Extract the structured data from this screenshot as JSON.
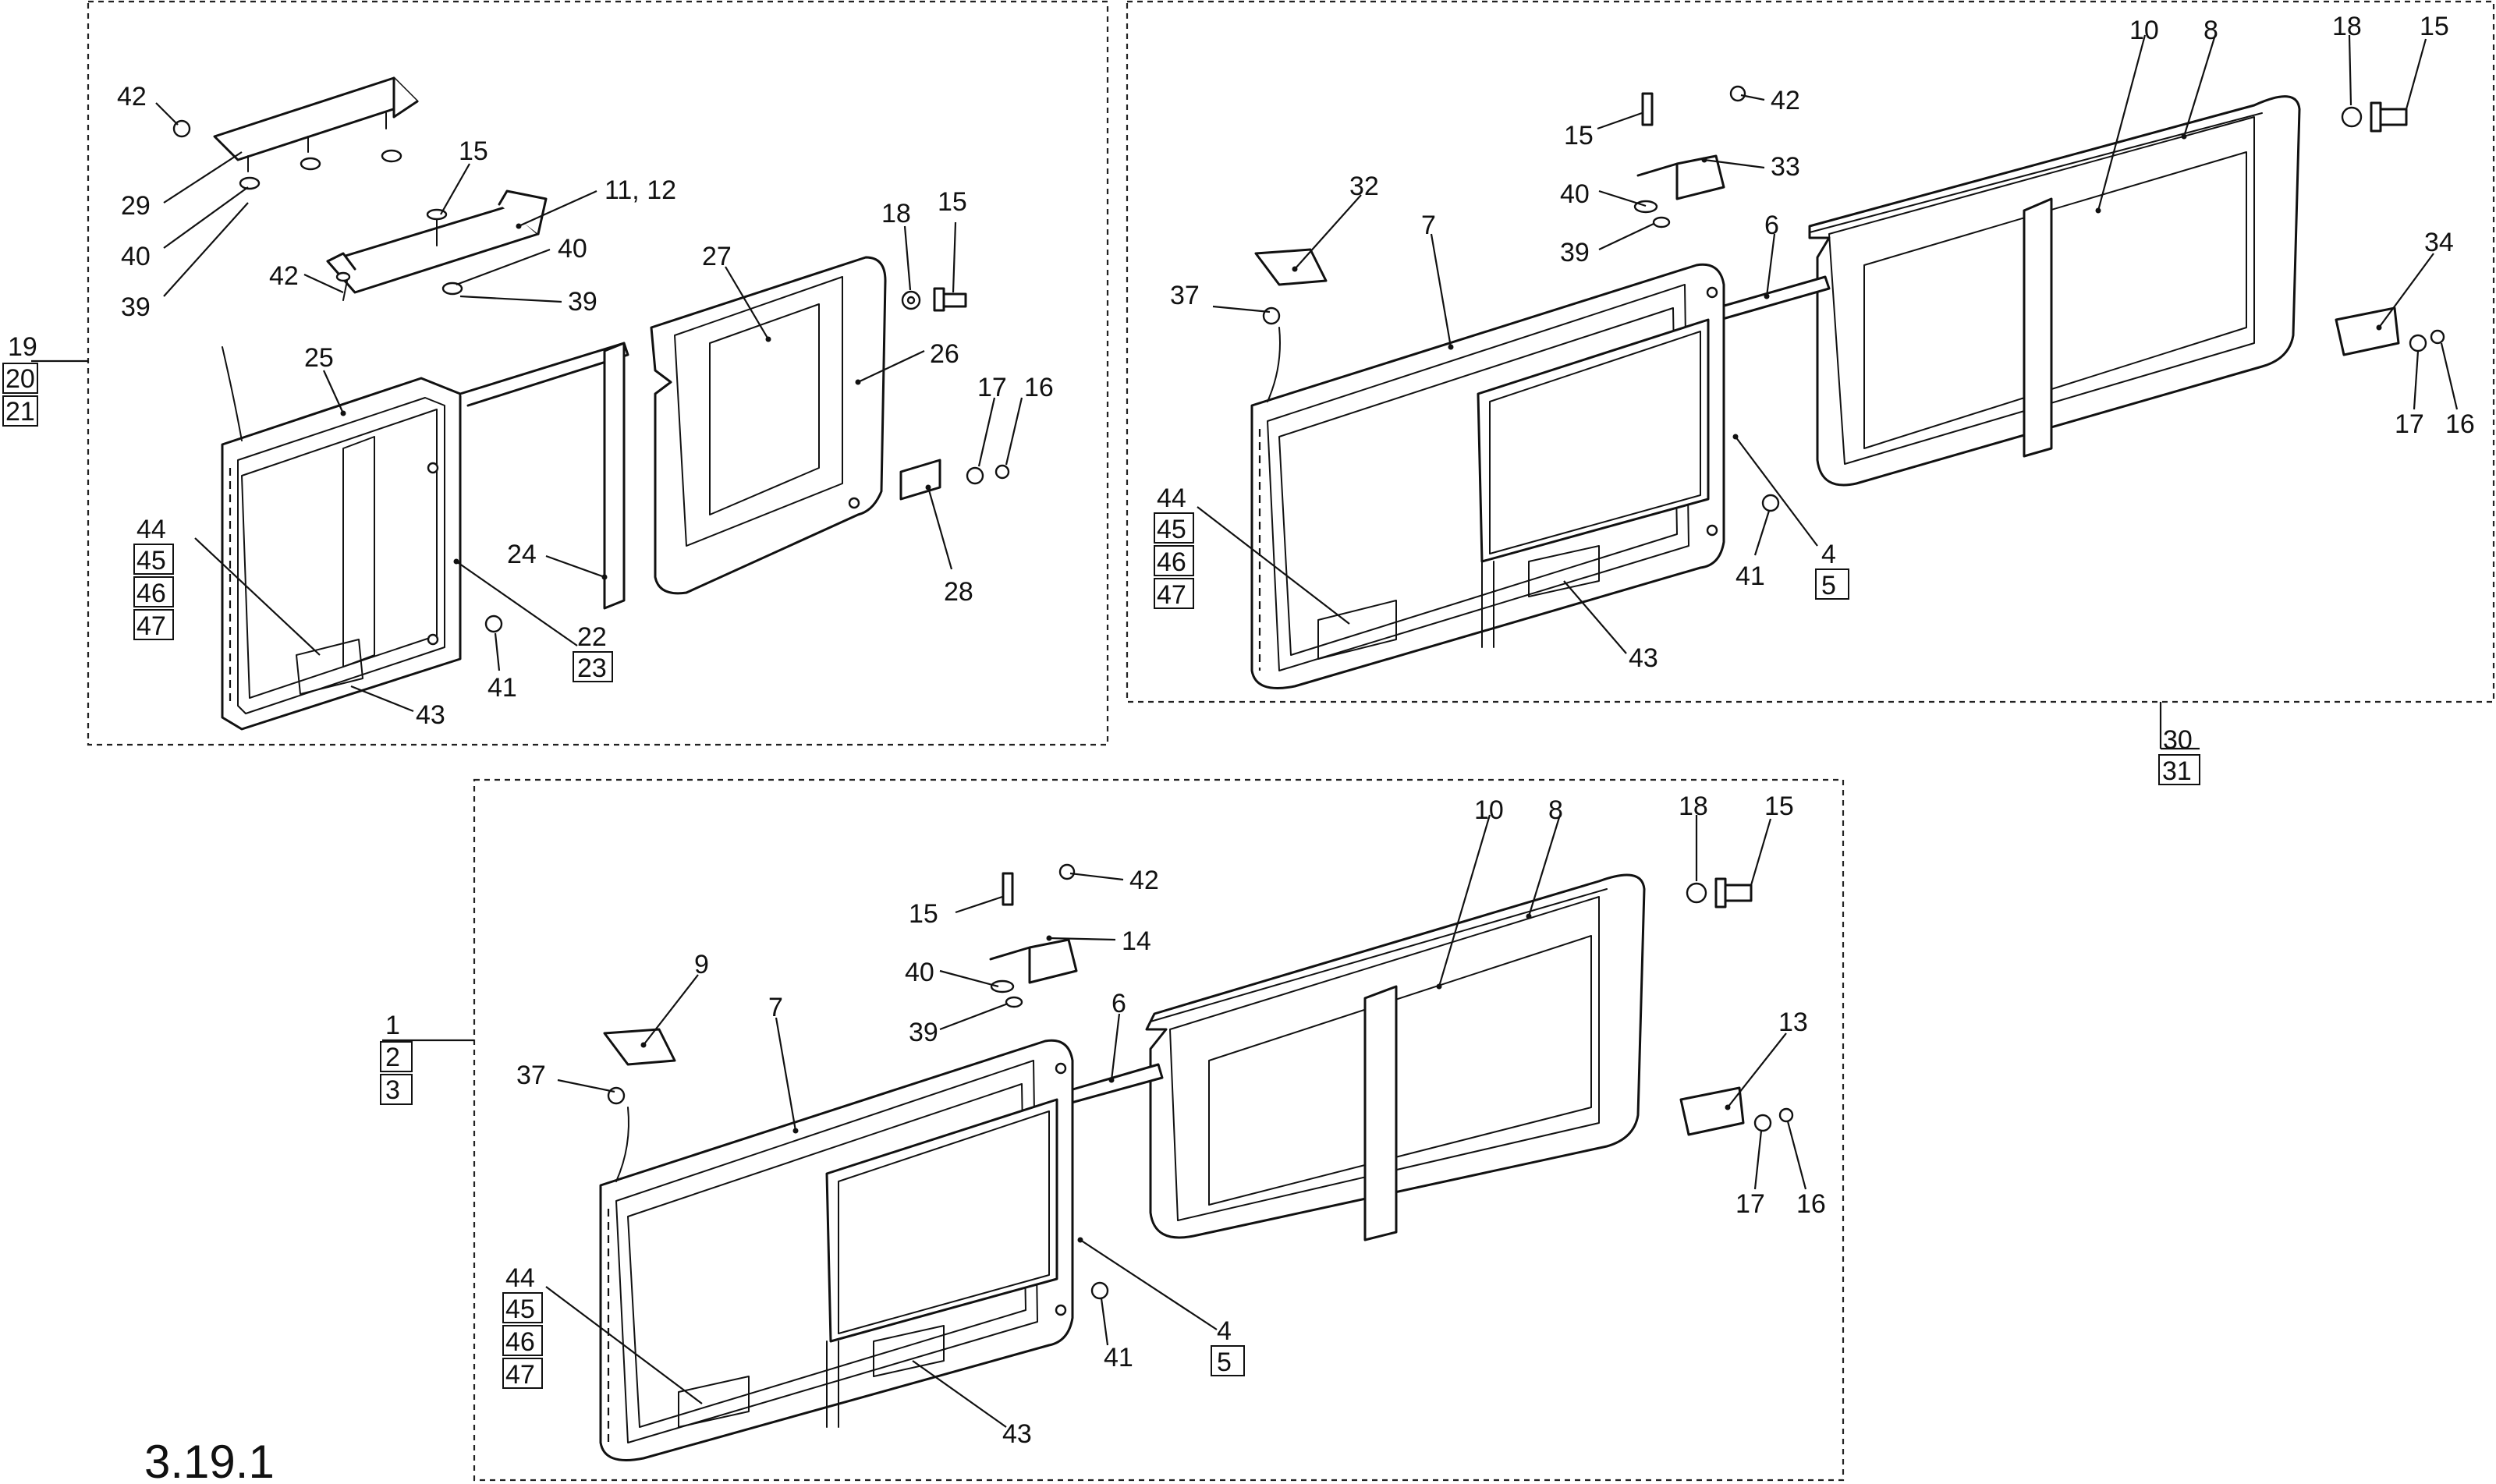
{
  "figure": {
    "reference": "3.19.1"
  },
  "groups": {
    "top_left": [
      "19",
      "20",
      "21"
    ],
    "top_right": [
      "30",
      "31"
    ],
    "bottom": [
      "1",
      "2",
      "3"
    ]
  },
  "callouts": {
    "top_left": {
      "42a": "42",
      "29": "29",
      "40a": "40",
      "39a": "39",
      "15": "15",
      "11_12": "11, 12",
      "40b": "40",
      "42b": "42",
      "39b": "39",
      "27": "27",
      "18": "18",
      "15b": "15",
      "26": "26",
      "17": "17",
      "16": "16",
      "25": "25",
      "24": "24",
      "28": "28",
      "44": "44",
      "45": "45",
      "46": "46",
      "47": "47",
      "22": "22",
      "23": "23",
      "41": "41",
      "43": "43"
    },
    "top_right": {
      "15a": "15",
      "42": "42",
      "33": "33",
      "40": "40",
      "39": "39",
      "10": "10",
      "8": "8",
      "18": "18",
      "15b": "15",
      "32": "32",
      "7": "7",
      "6": "6",
      "37": "37",
      "34": "34",
      "17": "17",
      "16": "16",
      "44": "44",
      "45": "45",
      "46": "46",
      "47": "47",
      "41": "41",
      "4": "4",
      "5": "5",
      "43": "43"
    },
    "bottom": {
      "10": "10",
      "8": "8",
      "18": "18",
      "15b": "15",
      "15a": "15",
      "42": "42",
      "14": "14",
      "40": "40",
      "39": "39",
      "9": "9",
      "7": "7",
      "6": "6",
      "37": "37",
      "13": "13",
      "17": "17",
      "16": "16",
      "44": "44",
      "45": "45",
      "46": "46",
      "47": "47",
      "4": "4",
      "5": "5",
      "41": "41",
      "43": "43"
    }
  }
}
